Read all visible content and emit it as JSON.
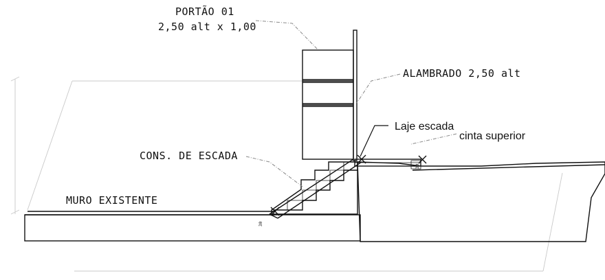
{
  "labels": {
    "gate_title": "PORTÃO 01",
    "gate_size": "2,50 alt x 1,00",
    "fence": "ALAMBRADO 2,50 alt",
    "stair_slab": "Laje escada",
    "top_beam": "cinta superior",
    "stair_construction": "CONS. DE ESCADA",
    "existing_wall": "MURO EXISTENTE"
  },
  "marks": {
    "step_mark_1": "30",
    "step_mark_2": "30"
  },
  "colors": {
    "ink": "#111111",
    "paper": "#ffffff",
    "faint_line": "#c9c9c9"
  }
}
